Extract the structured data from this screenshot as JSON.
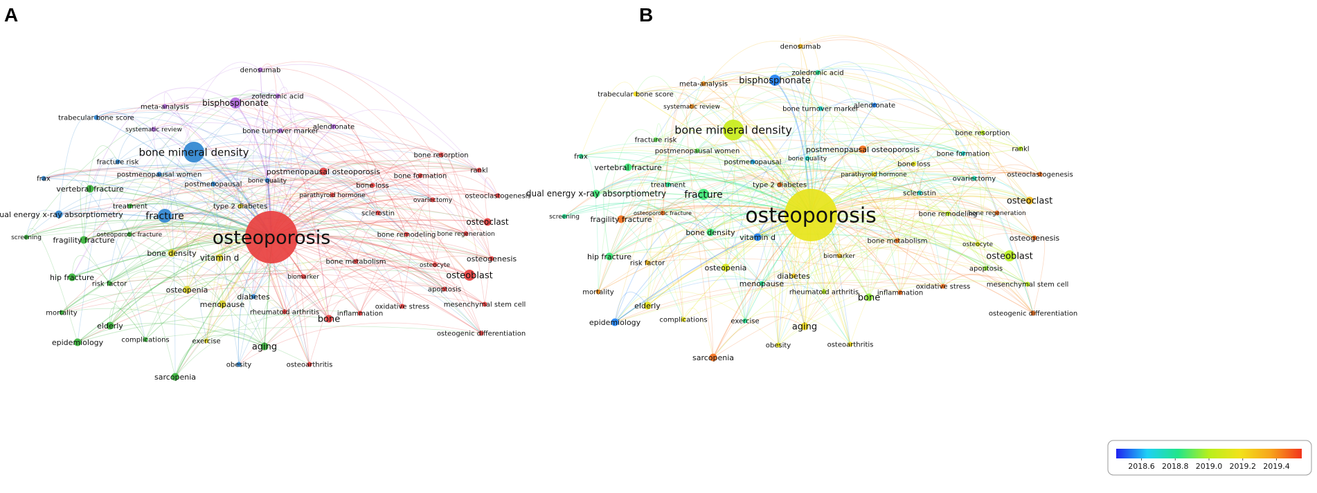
{
  "panels": [
    {
      "id": "A",
      "label": "A",
      "coloring": "cluster",
      "clusters": {
        "red": "#e8403f",
        "blue": "#2f86d0",
        "green": "#39b33b",
        "purple": "#b36be0",
        "yellow": "#d8cf2a"
      },
      "nodes": [
        {
          "label": "osteoporosis",
          "cluster": "red",
          "weight": 10
        },
        {
          "label": "bone mineral density",
          "cluster": "blue",
          "weight": 5
        },
        {
          "label": "bisphosphonate",
          "cluster": "purple",
          "weight": 3
        },
        {
          "label": "fracture",
          "cluster": "blue",
          "weight": 4
        },
        {
          "label": "denosumab",
          "cluster": "purple",
          "weight": 1
        },
        {
          "label": "zoledronic acid",
          "cluster": "purple",
          "weight": 1
        },
        {
          "label": "alendronate",
          "cluster": "purple",
          "weight": 1
        },
        {
          "label": "meta-analysis",
          "cluster": "purple",
          "weight": 1
        },
        {
          "label": "systematic review",
          "cluster": "purple",
          "weight": 1
        },
        {
          "label": "bone turnover marker",
          "cluster": "purple",
          "weight": 1
        },
        {
          "label": "trabecular bone score",
          "cluster": "blue",
          "weight": 1
        },
        {
          "label": "fracture risk",
          "cluster": "blue",
          "weight": 1
        },
        {
          "label": "postmenopausal women",
          "cluster": "blue",
          "weight": 1
        },
        {
          "label": "postmenopausal",
          "cluster": "blue",
          "weight": 1
        },
        {
          "label": "bone quality",
          "cluster": "blue",
          "weight": 1
        },
        {
          "label": "frax",
          "cluster": "blue",
          "weight": 1
        },
        {
          "label": "dual energy x-ray absorptiometry",
          "cluster": "blue",
          "weight": 2
        },
        {
          "label": "vertebral fracture",
          "cluster": "green",
          "weight": 2
        },
        {
          "label": "treatment",
          "cluster": "green",
          "weight": 1
        },
        {
          "label": "type 2 diabetes",
          "cluster": "yellow",
          "weight": 1
        },
        {
          "label": "postmenopausal osteoporosis",
          "cluster": "red",
          "weight": 2
        },
        {
          "label": "parathyroid hormone",
          "cluster": "red",
          "weight": 1
        },
        {
          "label": "bone loss",
          "cluster": "red",
          "weight": 1
        },
        {
          "label": "bone resorption",
          "cluster": "red",
          "weight": 1
        },
        {
          "label": "rankl",
          "cluster": "red",
          "weight": 1
        },
        {
          "label": "bone formation",
          "cluster": "red",
          "weight": 1
        },
        {
          "label": "ovariectomy",
          "cluster": "red",
          "weight": 1
        },
        {
          "label": "osteoclastogenesis",
          "cluster": "red",
          "weight": 1
        },
        {
          "label": "sclerostin",
          "cluster": "red",
          "weight": 1
        },
        {
          "label": "osteoclast",
          "cluster": "red",
          "weight": 2
        },
        {
          "label": "bone regeneration",
          "cluster": "red",
          "weight": 1
        },
        {
          "label": "bone remodeling",
          "cluster": "red",
          "weight": 1
        },
        {
          "label": "screening",
          "cluster": "green",
          "weight": 1
        },
        {
          "label": "fragility fracture",
          "cluster": "green",
          "weight": 2
        },
        {
          "label": "osteoporotic fracture",
          "cluster": "green",
          "weight": 1
        },
        {
          "label": "bone density",
          "cluster": "yellow",
          "weight": 2
        },
        {
          "label": "vitamin d",
          "cluster": "yellow",
          "weight": 2
        },
        {
          "label": "bone metabolism",
          "cluster": "red",
          "weight": 1
        },
        {
          "label": "osteocyte",
          "cluster": "red",
          "weight": 1
        },
        {
          "label": "osteogenesis",
          "cluster": "red",
          "weight": 1
        },
        {
          "label": "hip fracture",
          "cluster": "green",
          "weight": 2
        },
        {
          "label": "risk factor",
          "cluster": "green",
          "weight": 1
        },
        {
          "label": "osteopenia",
          "cluster": "yellow",
          "weight": 2
        },
        {
          "label": "biomarker",
          "cluster": "red",
          "weight": 1
        },
        {
          "label": "osteoblast",
          "cluster": "red",
          "weight": 3
        },
        {
          "label": "apoptosis",
          "cluster": "red",
          "weight": 1
        },
        {
          "label": "diabetes",
          "cluster": "blue",
          "weight": 1
        },
        {
          "label": "menopause",
          "cluster": "yellow",
          "weight": 2
        },
        {
          "label": "rheumatoid arthritis",
          "cluster": "red",
          "weight": 1
        },
        {
          "label": "oxidative stress",
          "cluster": "red",
          "weight": 1
        },
        {
          "label": "mesenchymal stem cell",
          "cluster": "red",
          "weight": 1
        },
        {
          "label": "mortality",
          "cluster": "green",
          "weight": 1
        },
        {
          "label": "bone",
          "cluster": "red",
          "weight": 2
        },
        {
          "label": "inflammation",
          "cluster": "red",
          "weight": 1
        },
        {
          "label": "elderly",
          "cluster": "green",
          "weight": 2
        },
        {
          "label": "osteogenic differentiation",
          "cluster": "red",
          "weight": 1
        },
        {
          "label": "epidemiology",
          "cluster": "green",
          "weight": 2
        },
        {
          "label": "complications",
          "cluster": "green",
          "weight": 1
        },
        {
          "label": "exercise",
          "cluster": "yellow",
          "weight": 1
        },
        {
          "label": "aging",
          "cluster": "green",
          "weight": 2
        },
        {
          "label": "obesity",
          "cluster": "blue",
          "weight": 1
        },
        {
          "label": "osteoarthritis",
          "cluster": "red",
          "weight": 1
        },
        {
          "label": "sarcopenia",
          "cluster": "green",
          "weight": 2
        }
      ]
    },
    {
      "id": "B",
      "label": "B",
      "coloring": "year",
      "nodes": [
        {
          "label": "osteoporosis",
          "year": 2019.15,
          "weight": 10
        },
        {
          "label": "bone mineral density",
          "year": 2019.05,
          "weight": 5
        },
        {
          "label": "bisphosphonate",
          "year": 2018.55,
          "weight": 3
        },
        {
          "label": "denosumab",
          "year": 2019.3,
          "weight": 1
        },
        {
          "label": "zoledronic acid",
          "year": 2018.8,
          "weight": 1
        },
        {
          "label": "meta-analysis",
          "year": 2019.4,
          "weight": 1
        },
        {
          "label": "alendronate",
          "year": 2018.55,
          "weight": 1
        },
        {
          "label": "systematic review",
          "year": 2019.4,
          "weight": 1
        },
        {
          "label": "bone turnover marker",
          "year": 2018.7,
          "weight": 1
        },
        {
          "label": "trabecular bone score",
          "year": 2019.2,
          "weight": 1
        },
        {
          "label": "fracture risk",
          "year": 2018.9,
          "weight": 1
        },
        {
          "label": "postmenopausal women",
          "year": 2018.9,
          "weight": 1
        },
        {
          "label": "postmenopausal",
          "year": 2018.6,
          "weight": 1
        },
        {
          "label": "bone quality",
          "year": 2018.7,
          "weight": 1
        },
        {
          "label": "frax",
          "year": 2018.8,
          "weight": 1
        },
        {
          "label": "vertebral fracture",
          "year": 2018.85,
          "weight": 2
        },
        {
          "label": "postmenopausal osteoporosis",
          "year": 2019.45,
          "weight": 2
        },
        {
          "label": "bone resorption",
          "year": 2019.0,
          "weight": 1
        },
        {
          "label": "bone formation",
          "year": 2018.7,
          "weight": 1
        },
        {
          "label": "rankl",
          "year": 2019.0,
          "weight": 1
        },
        {
          "label": "bone loss",
          "year": 2019.15,
          "weight": 1
        },
        {
          "label": "parathyroid hormone",
          "year": 2019.2,
          "weight": 1
        },
        {
          "label": "osteoclastogenesis",
          "year": 2019.45,
          "weight": 1
        },
        {
          "label": "treatment",
          "year": 2018.8,
          "weight": 1
        },
        {
          "label": "type 2 diabetes",
          "year": 2019.45,
          "weight": 1
        },
        {
          "label": "ovariectomy",
          "year": 2018.75,
          "weight": 1
        },
        {
          "label": "dual energy x-ray absorptiometry",
          "year": 2018.85,
          "weight": 2
        },
        {
          "label": "fracture",
          "year": 2018.85,
          "weight": 3
        },
        {
          "label": "sclerostin",
          "year": 2018.7,
          "weight": 1
        },
        {
          "label": "osteoclast",
          "year": 2019.3,
          "weight": 2
        },
        {
          "label": "screening",
          "year": 2018.8,
          "weight": 1
        },
        {
          "label": "osteoporotic fracture",
          "year": 2019.45,
          "weight": 1
        },
        {
          "label": "bone remodeling",
          "year": 2019.0,
          "weight": 1
        },
        {
          "label": "bone regeneration",
          "year": 2019.45,
          "weight": 1
        },
        {
          "label": "fragility fracture",
          "year": 2019.45,
          "weight": 2
        },
        {
          "label": "bone density",
          "year": 2018.85,
          "weight": 2
        },
        {
          "label": "vitamin d",
          "year": 2018.55,
          "weight": 2
        },
        {
          "label": "bone metabolism",
          "year": 2019.45,
          "weight": 1
        },
        {
          "label": "osteogenesis",
          "year": 2019.45,
          "weight": 1
        },
        {
          "label": "osteocyte",
          "year": 2019.1,
          "weight": 1
        },
        {
          "label": "biomarker",
          "year": 2019.3,
          "weight": 1
        },
        {
          "label": "hip fracture",
          "year": 2018.85,
          "weight": 2
        },
        {
          "label": "risk factor",
          "year": 2019.3,
          "weight": 1
        },
        {
          "label": "osteoblast",
          "year": 2019.0,
          "weight": 3
        },
        {
          "label": "osteopenia",
          "year": 2019.1,
          "weight": 2
        },
        {
          "label": "apoptosis",
          "year": 2018.95,
          "weight": 1
        },
        {
          "label": "diabetes",
          "year": 2019.25,
          "weight": 1
        },
        {
          "label": "menopause",
          "year": 2018.8,
          "weight": 1
        },
        {
          "label": "oxidative stress",
          "year": 2019.45,
          "weight": 1
        },
        {
          "label": "mesenchymal stem cell",
          "year": 2019.0,
          "weight": 1
        },
        {
          "label": "mortality",
          "year": 2019.4,
          "weight": 1
        },
        {
          "label": "rheumatoid arthritis",
          "year": 2019.0,
          "weight": 1
        },
        {
          "label": "inflammation",
          "year": 2019.45,
          "weight": 1
        },
        {
          "label": "bone",
          "year": 2018.95,
          "weight": 2
        },
        {
          "label": "elderly",
          "year": 2019.15,
          "weight": 2
        },
        {
          "label": "osteogenic differentiation",
          "year": 2019.45,
          "weight": 1
        },
        {
          "label": "epidemiology",
          "year": 2018.55,
          "weight": 2
        },
        {
          "label": "complications",
          "year": 2019.15,
          "weight": 1
        },
        {
          "label": "exercise",
          "year": 2018.8,
          "weight": 1
        },
        {
          "label": "aging",
          "year": 2019.2,
          "weight": 2
        },
        {
          "label": "obesity",
          "year": 2019.15,
          "weight": 1
        },
        {
          "label": "osteoarthritis",
          "year": 2019.2,
          "weight": 1
        },
        {
          "label": "sarcopenia",
          "year": 2019.45,
          "weight": 2
        }
      ],
      "colorbar": {
        "ticks": [
          "2018.6",
          "2018.8",
          "2019.0",
          "2019.2",
          "2019.4"
        ],
        "tick_values": [
          2018.6,
          2018.8,
          2019.0,
          2019.2,
          2019.4
        ],
        "range": [
          2018.45,
          2019.55
        ],
        "gradient": [
          "#1f22f0",
          "#1fd0f5",
          "#22e58a",
          "#b8ef1c",
          "#f2e21a",
          "#f7a41c",
          "#f2341c"
        ]
      }
    }
  ]
}
